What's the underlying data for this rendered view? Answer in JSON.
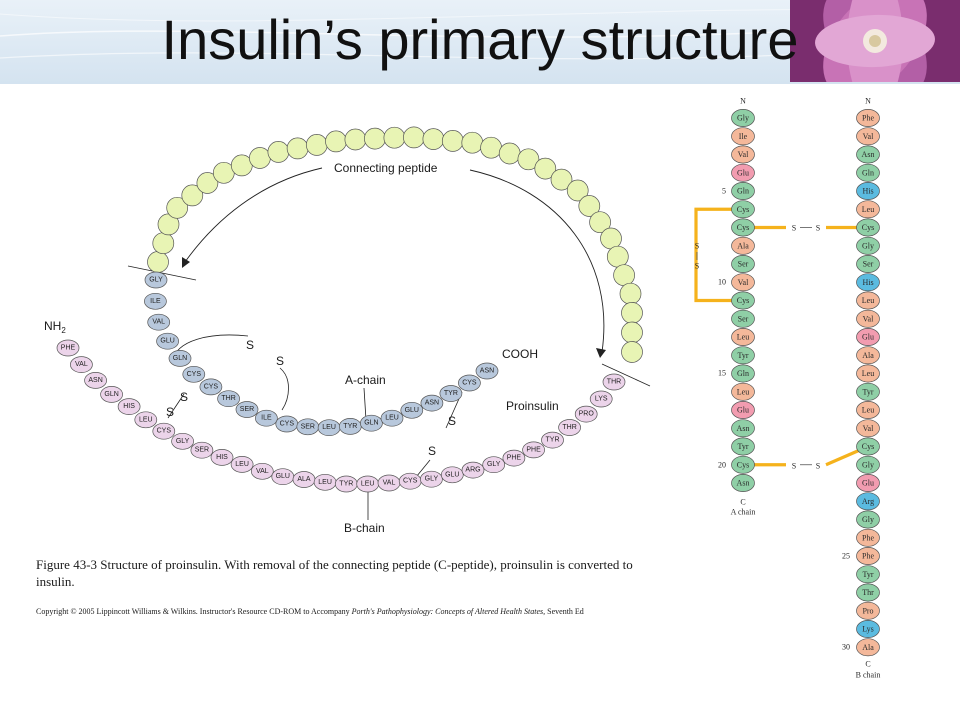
{
  "slide": {
    "title": "Insulin’s primary structure"
  },
  "theme": {
    "green_bead": "#e8f4b4",
    "blue_bead": "#b8c8dc",
    "pink_bead": "#ecd4ea",
    "disulfide_line": "#f5b21c"
  },
  "proinsulin": {
    "labels": {
      "connecting": "Connecting peptide",
      "nh2": "NH",
      "nh2_sub": "2",
      "cooh": "COOH",
      "a_chain": "A-chain",
      "b_chain": "B-chain",
      "proinsulin": "Proinsulin",
      "s": "S"
    },
    "a_chain": [
      "GLY",
      "ILE",
      "VAL",
      "GLU",
      "GLN",
      "CYS",
      "CYS",
      "THR",
      "SER",
      "ILE",
      "CYS",
      "SER",
      "LEU",
      "TYR",
      "GLN",
      "LEU",
      "GLU",
      "ASN",
      "TYR",
      "CYS",
      "ASN"
    ],
    "b_chain": [
      "PHE",
      "VAL",
      "ASN",
      "GLN",
      "HIS",
      "LEU",
      "CYS",
      "GLY",
      "SER",
      "HIS",
      "LEU",
      "VAL",
      "GLU",
      "ALA",
      "LEU",
      "TYR",
      "LEU",
      "VAL",
      "CYS",
      "GLY",
      "GLU",
      "ARG",
      "GLY",
      "PHE",
      "PHE",
      "TYR",
      "THR",
      "PRO",
      "LYS",
      "THR"
    ],
    "c_peptide_bead_count": 35
  },
  "caption": {
    "main": "Figure 43-3 Structure of proinsulin. With removal of the connecting peptide (C-peptide), proinsulin is converted to insulin.",
    "copyright_prefix": "Copyright © 2005 Lippincott Williams & Wilkins.  Instructor's Resource CD-ROM to Accompany ",
    "copyright_title": "Porth's Pathophysiology: Concepts of Altered Health States,",
    "copyright_suffix": " Seventh Ed"
  },
  "insulin": {
    "a_chain": {
      "n_label": "N",
      "c_label": "C",
      "caption": "A chain",
      "residues": [
        "Gly",
        "Ile",
        "Val",
        "Glu",
        "Gln",
        "Cys",
        "Cys",
        "Ala",
        "Ser",
        "Val",
        "Cys",
        "Ser",
        "Leu",
        "Tyr",
        "Gln",
        "Leu",
        "Glu",
        "Asn",
        "Tyr",
        "Cys",
        "Asn"
      ],
      "index_labels": [
        {
          "n": "5",
          "i": 4
        },
        {
          "n": "10",
          "i": 9
        },
        {
          "n": "15",
          "i": 14
        },
        {
          "n": "20",
          "i": 19
        }
      ]
    },
    "b_chain": {
      "n_label": "N",
      "c_label": "C",
      "caption": "B chain",
      "residues": [
        "Phe",
        "Val",
        "Asn",
        "Gln",
        "His",
        "Leu",
        "Cys",
        "Gly",
        "Ser",
        "His",
        "Leu",
        "Val",
        "Glu",
        "Ala",
        "Leu",
        "Tyr",
        "Leu",
        "Val",
        "Cys",
        "Gly",
        "Glu",
        "Arg",
        "Gly",
        "Phe",
        "Phe",
        "Tyr",
        "Thr",
        "Pro",
        "Lys",
        "Ala"
      ],
      "index_labels": [
        {
          "n": "25",
          "i": 24
        },
        {
          "n": "30",
          "i": 29
        }
      ]
    },
    "residue_colors": {
      "Gly": "#8fcfa6",
      "Ile": "#f4b89a",
      "Val": "#f4b89a",
      "Glu": "#f29cb0",
      "Gln": "#8fcfa6",
      "Cys": "#8fcfa6",
      "Ala": "#f4b89a",
      "Ser": "#8fcfa6",
      "Leu": "#f4b89a",
      "Tyr": "#8fcfa6",
      "Asn": "#8fcfa6",
      "Phe": "#f4b89a",
      "His": "#5bbbe0",
      "Arg": "#5bbbe0",
      "Thr": "#8fcfa6",
      "Pro": "#f4b89a",
      "Lys": "#5bbbe0"
    },
    "s_label": "S"
  }
}
